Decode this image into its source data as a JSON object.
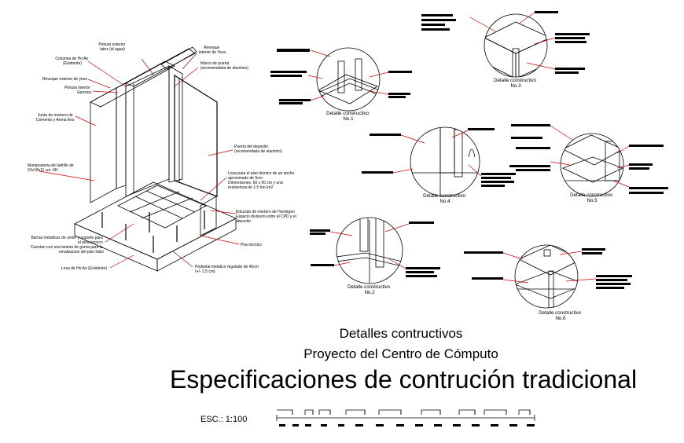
{
  "titles": {
    "line1": "Detalles contructivos",
    "line2": "Proyecto del Centro de Cómputo",
    "main": "Especificaciones de contrución tradicional"
  },
  "scale": {
    "label": "ESC.: 1:100"
  },
  "iso_labels": {
    "pintura_exterior": "Pintura exterior\nlatex (al agua)",
    "revoque_interior": "Revoque\ninterior de Yeso",
    "columna": "Columna de Ho Ao\n(Existente)",
    "marco_puerta": "Marco de puerta\n(recomendada de aluminio)",
    "revoque_exterior": "Revoque exterior de yeso",
    "pintura_interior": "Pintura interior\nEpoxica",
    "junta": "Junta de mortero de\nCemento y Arena fina",
    "puerta_deposito": "Puerta del deposito\n(recomendada de aluminio)",
    "mamposteria": "Mamposteria de ladrillo de\n24x18x11 cm. 6H",
    "losa_piso": "Losa para el piso técnico de un ancho\naproximado de 5cm\nDimensiones: 60 x 60 cm y una\nresistencia de 1.5 ton./m2",
    "enlucido": "Enlucido de mortero de Hormigon\nEspacio divisorio entre el CPD y el\ndeposito",
    "barras": "Barras metalicas de union y soporte para\nel piso tecnico\nCuentan con una lamina de goma para la\nemalizacion del piso falso",
    "piso_tecnico": "Piso técnico",
    "losa_hoao": "Losa de Ho Ao (Existente)",
    "pedestal": "Pedestal metalico regulado de 45cm\n(+/- 2.5 cm)"
  },
  "details": [
    {
      "label": "Detalle constructivo",
      "num": "No.1"
    },
    {
      "label": "Detalle constructivo",
      "num": "No.2"
    },
    {
      "label": "Detalle constructivo",
      "num": "No.3"
    },
    {
      "label": "Detalle constructivo",
      "num": "No.4"
    },
    {
      "label": "Detalle constructivo",
      "num": "No.5"
    },
    {
      "label": "Detalle constructivo",
      "num": "No.6"
    }
  ]
}
